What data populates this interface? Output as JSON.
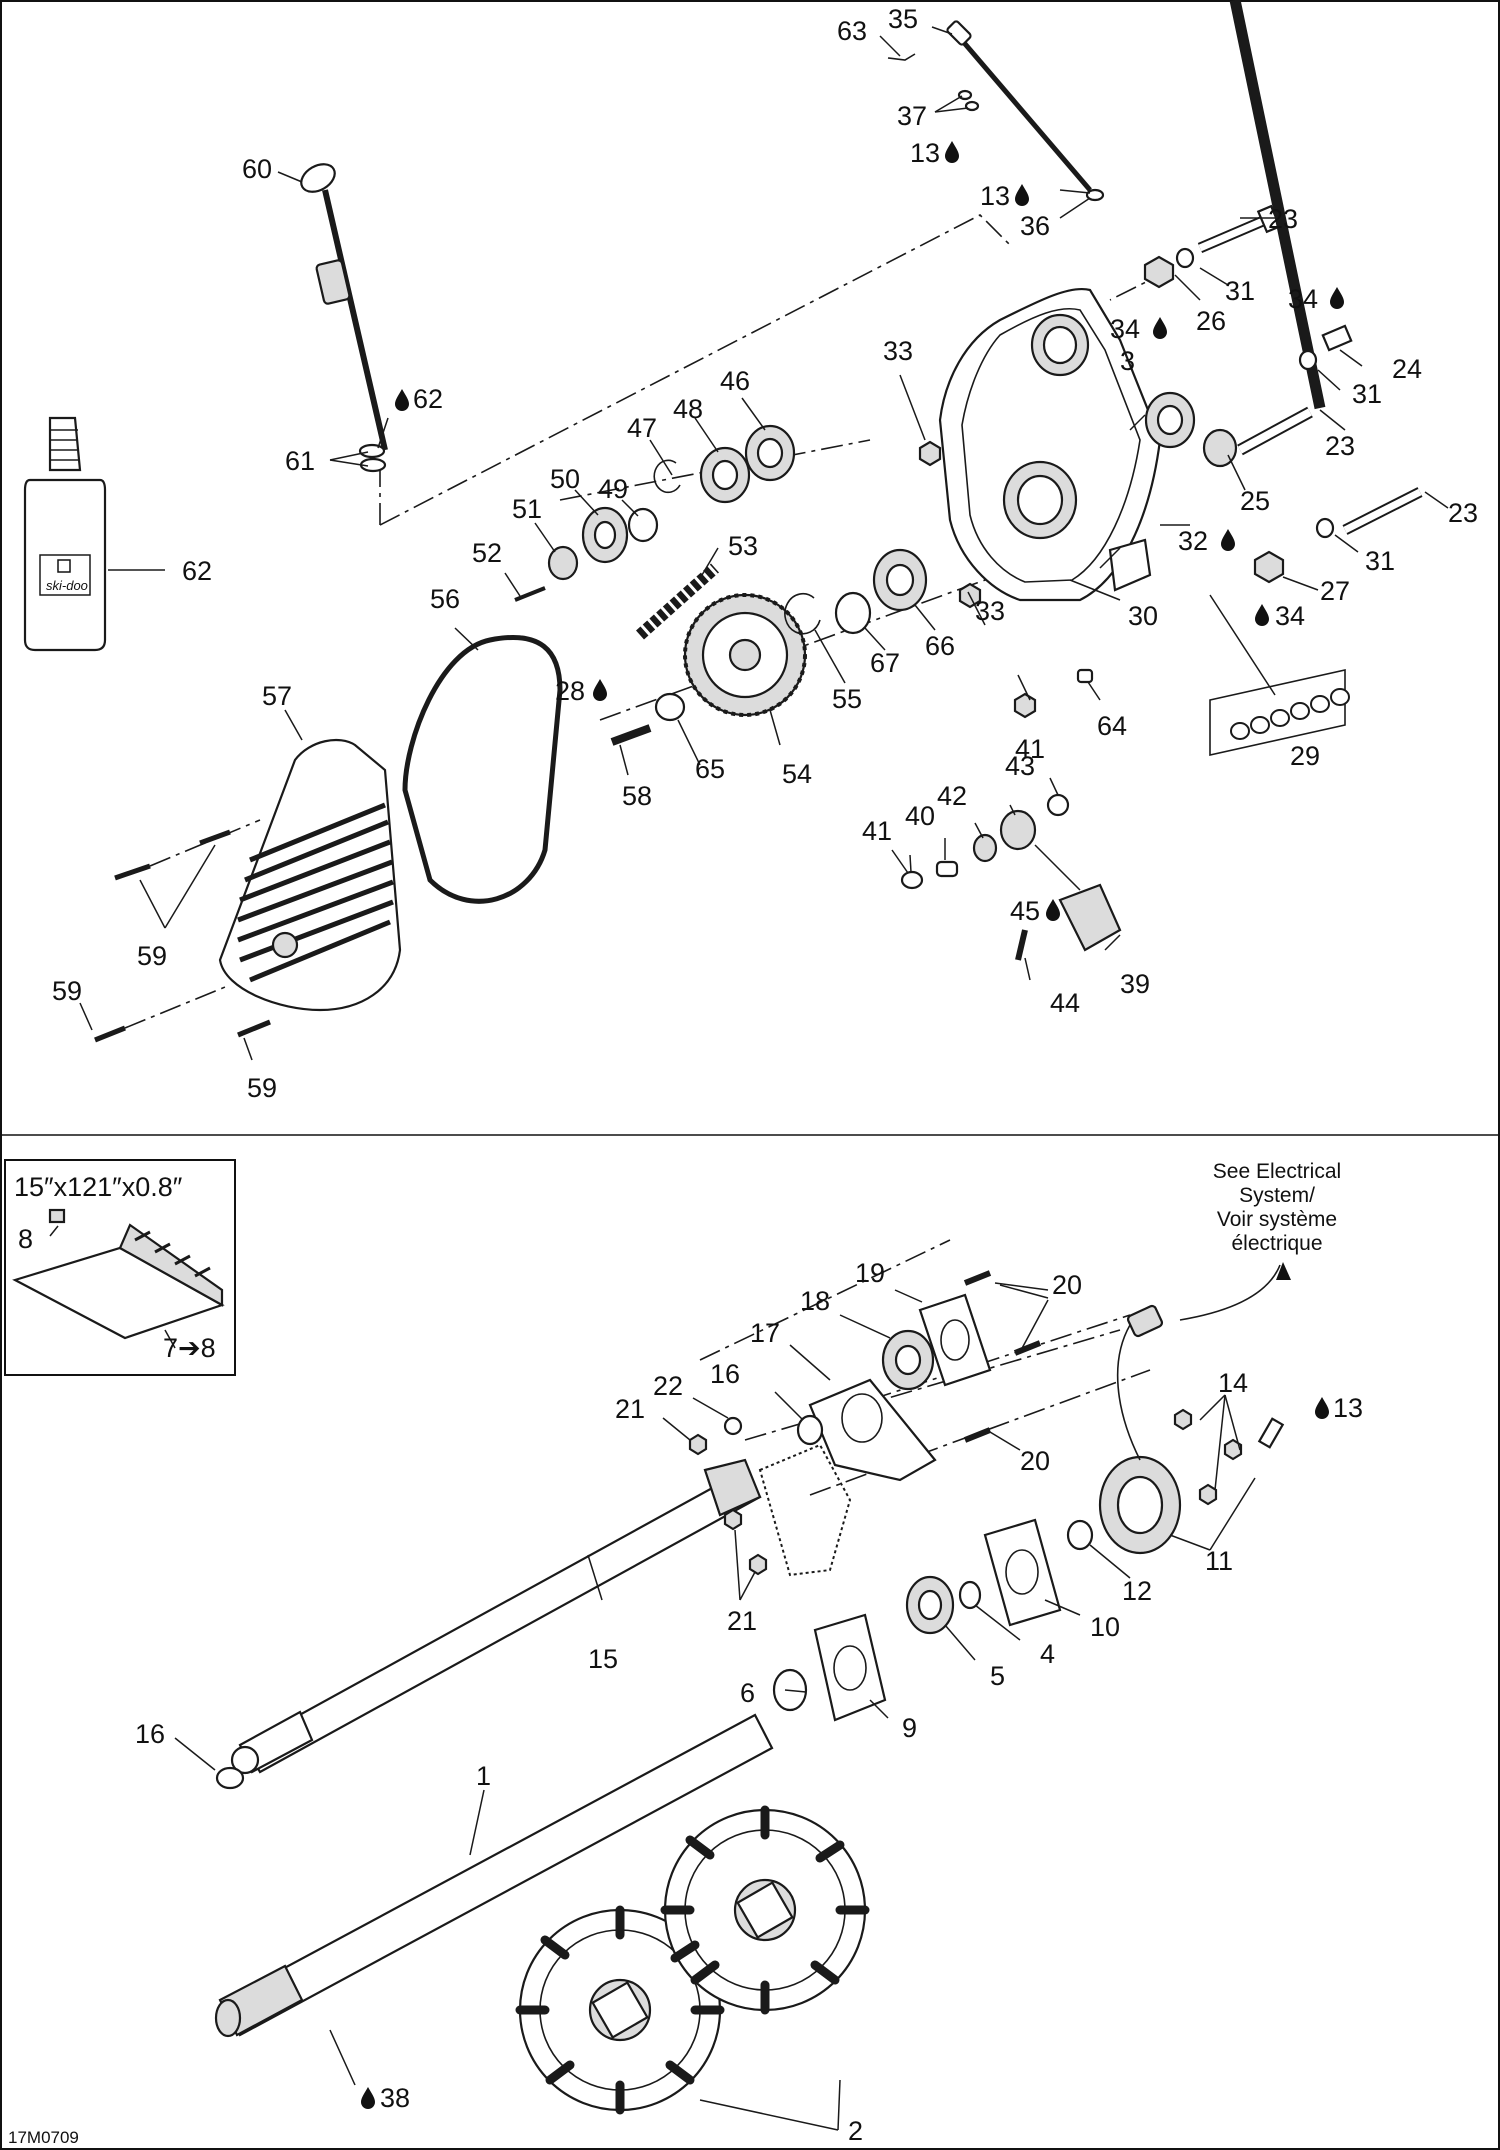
{
  "upper": {
    "callouts": [
      "63",
      "35",
      "37",
      "13",
      "13",
      "36",
      "60",
      "23",
      "31",
      "26",
      "34",
      "34",
      "24",
      "31",
      "23",
      "25",
      "3",
      "33",
      "46",
      "48",
      "47",
      "49",
      "50",
      "51",
      "52",
      "53",
      "56",
      "61",
      "62",
      "62",
      "32",
      "31",
      "27",
      "34",
      "30",
      "23",
      "33",
      "67",
      "66",
      "55",
      "54",
      "64",
      "29",
      "28",
      "58",
      "65",
      "57",
      "59",
      "59",
      "59",
      "41",
      "43",
      "42",
      "40",
      "41",
      "45",
      "44",
      "39"
    ]
  },
  "lower": {
    "callouts": [
      "20",
      "19",
      "18",
      "17",
      "16",
      "22",
      "21",
      "20",
      "14",
      "13",
      "11",
      "12",
      "10",
      "4",
      "5",
      "9",
      "6",
      "15",
      "21",
      "16",
      "1",
      "2",
      "38"
    ]
  },
  "inset": {
    "track_size": "15″x121″x0.8″",
    "callouts": [
      "8",
      "7➔8"
    ]
  },
  "note": {
    "line1": "See Electrical",
    "line2": "System/",
    "line3": "Voir système",
    "line4": "électrique"
  },
  "bottle_brand": "ski-doo",
  "drawing_code": "17M0709",
  "colors": {
    "ink": "#111111",
    "paper": "#ffffff",
    "shade": "#dcdcdc"
  },
  "icons": {
    "lubricant": "oil-drop-icon"
  }
}
